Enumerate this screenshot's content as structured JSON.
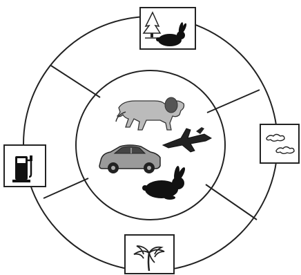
{
  "diagram": {
    "center_items": [
      {
        "icon": "lion-icon"
      },
      {
        "icon": "fighter-jet-icon"
      },
      {
        "icon": "sports-car-icon"
      },
      {
        "icon": "rabbit-icon"
      }
    ],
    "outer_boxes": [
      {
        "position": "top",
        "icons": [
          "tree-icon",
          "rabbit-icon"
        ]
      },
      {
        "position": "right",
        "icons": [
          "cloud-icon"
        ]
      },
      {
        "position": "bottom",
        "icons": [
          "palm-tree-icon"
        ]
      },
      {
        "position": "left",
        "icons": [
          "fuel-pump-icon"
        ]
      }
    ]
  },
  "colors": {
    "line": "#222222",
    "fill_dark": "#111111",
    "fill_mid": "#9a9a9a",
    "background": "#ffffff"
  }
}
